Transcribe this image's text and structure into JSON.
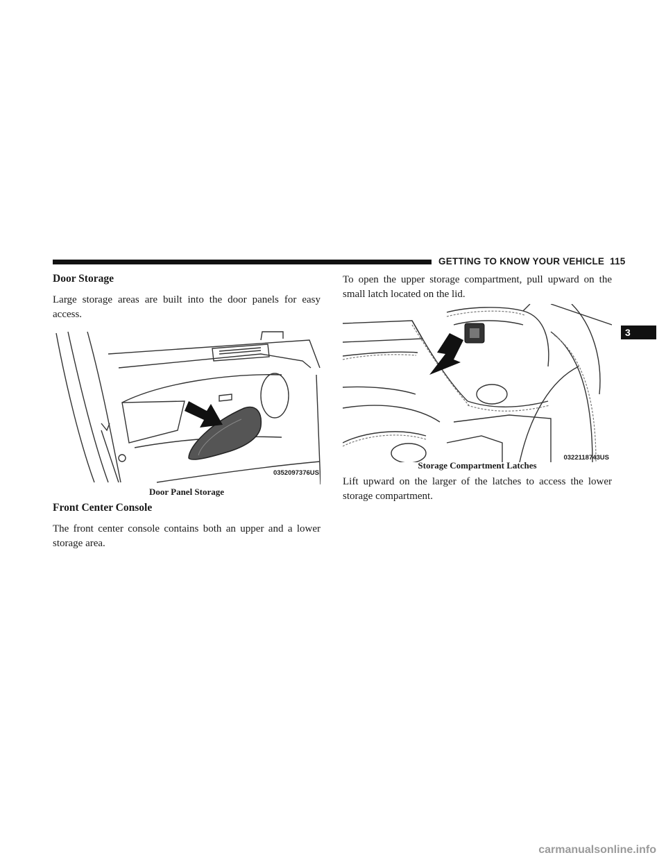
{
  "header": {
    "section_title": "GETTING TO KNOW YOUR VEHICLE",
    "page_number": "115"
  },
  "chapter_tab": "3",
  "left_column": {
    "heading1": "Door Storage",
    "paragraph1": "Large storage areas are built into the door panels for easy access.",
    "figure1": {
      "code": "0352097376US",
      "caption": "Door Panel Storage"
    },
    "heading2": "Front Center Console",
    "paragraph2": "The front center console contains both an upper and a lower storage area."
  },
  "right_column": {
    "paragraph1": "To open the upper storage compartment, pull upward on the small latch located on the lid.",
    "figure2": {
      "code": "0322118743US",
      "caption": "Storage Compartment Latches"
    },
    "paragraph2": "Lift upward on the larger of the latches to access the lower storage compartment."
  },
  "watermark": "carmanualsonline.info"
}
